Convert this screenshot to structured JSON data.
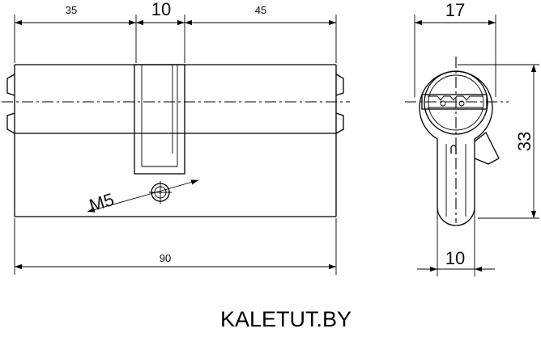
{
  "front_view": {
    "dim_left": "35",
    "dim_cam": "10",
    "dim_right": "45",
    "dim_total": "90",
    "screw_label": "M5"
  },
  "side_view": {
    "dim_width": "17",
    "dim_height": "33",
    "dim_bottom": "10"
  },
  "brand": "KALETUT.BY"
}
